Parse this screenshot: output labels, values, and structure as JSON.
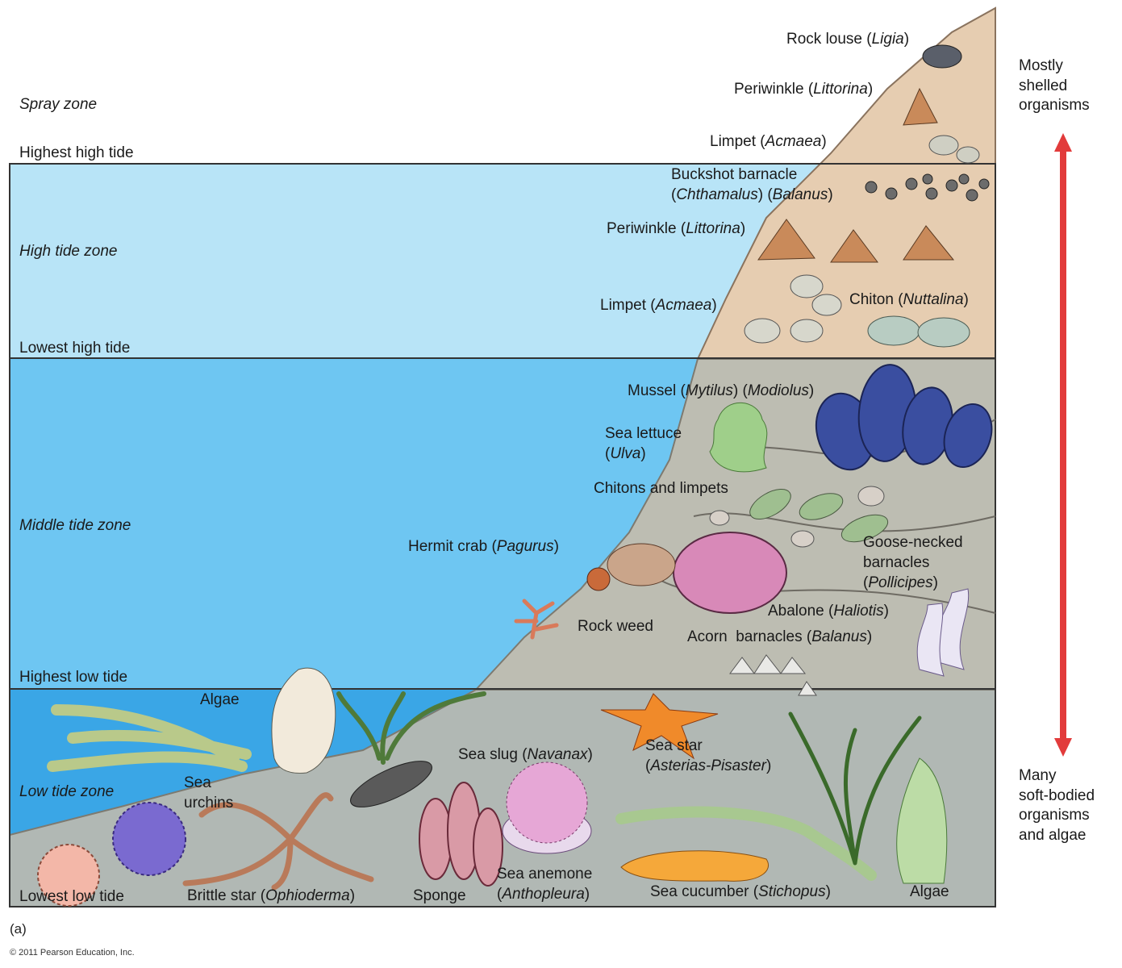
{
  "zones": {
    "spray": "Spray zone",
    "highest_high": "Highest high tide",
    "high": "High tide zone",
    "lowest_high": "Lowest high tide",
    "middle": "Middle tide zone",
    "highest_low": "Highest low tide",
    "low": "Low tide zone",
    "lowest_low": "Lowest low tide"
  },
  "organisms": {
    "rock_louse": {
      "name": "Rock louse (",
      "genus": "Ligia",
      "end": ")"
    },
    "periwinkle_top": {
      "name": "Periwinkle (",
      "genus": "Littorina",
      "end": ")"
    },
    "limpet_top": {
      "name": "Limpet (",
      "genus": "Acmaea",
      "end": ")"
    },
    "buckshot_line1": "Buckshot barnacle",
    "buckshot_g1": "Chthamalus",
    "buckshot_g2": "Balanus",
    "periwinkle_mid": {
      "name": "Periwinkle (",
      "genus": "Littorina",
      "end": ")"
    },
    "limpet_mid": {
      "name": "Limpet (",
      "genus": "Acmaea",
      "end": ")"
    },
    "chiton": {
      "name": "Chiton (",
      "genus": "Nuttalina",
      "end": ")"
    },
    "mussel_name": "Mussel",
    "mussel_g1": "Mytilus",
    "mussel_g2": "Modiolus",
    "sea_lettuce": "Sea lettuce",
    "sea_lettuce_g": "Ulva",
    "chitons_limpets": "Chitons and limpets",
    "hermit_crab": {
      "name": "Hermit crab (",
      "genus": "Pagurus",
      "end": ")"
    },
    "goose_1": "Goose-necked",
    "goose_2": "barnacles",
    "goose_g": "Pollicipes",
    "rock_weed": "Rock weed",
    "abalone": {
      "name": "Abalone (",
      "genus": "Haliotis",
      "end": ")"
    },
    "acorn": {
      "name": "Acorn  barnacles (",
      "genus": "Balanus",
      "end": ")"
    },
    "algae_top": "Algae",
    "sea_slug": {
      "name": "Sea slug (",
      "genus": "Navanax",
      "end": ")"
    },
    "sea_star": "Sea star",
    "sea_star_g": "Asterias-Pisaster",
    "sea_urchins_1": "Sea",
    "sea_urchins_2": "urchins",
    "brittle_star": {
      "name": "Brittle star (",
      "genus": "Ophioderma",
      "end": ")"
    },
    "sponge": "Sponge",
    "sea_anemone": "Sea anemone",
    "sea_anemone_g": "Anthopleura",
    "sea_cucumber": {
      "name": "Sea cucumber (",
      "genus": "Stichopus",
      "end": ")"
    },
    "algae_bottom": "Algae"
  },
  "side": {
    "top_1": "Mostly",
    "top_2": "shelled",
    "top_3": "organisms",
    "bottom_1": "Many",
    "bottom_2": "soft-bodied",
    "bottom_3": "organisms",
    "bottom_4": "and algae"
  },
  "figure_label": "(a)",
  "copyright": "© 2011 Pearson Education, Inc.",
  "colors": {
    "high_water": "#b8e4f7",
    "middle_water": "#6ec6f2",
    "low_water": "#3aa6e6",
    "rock": "#e6cdb1",
    "arrow": "#e23b3b"
  }
}
